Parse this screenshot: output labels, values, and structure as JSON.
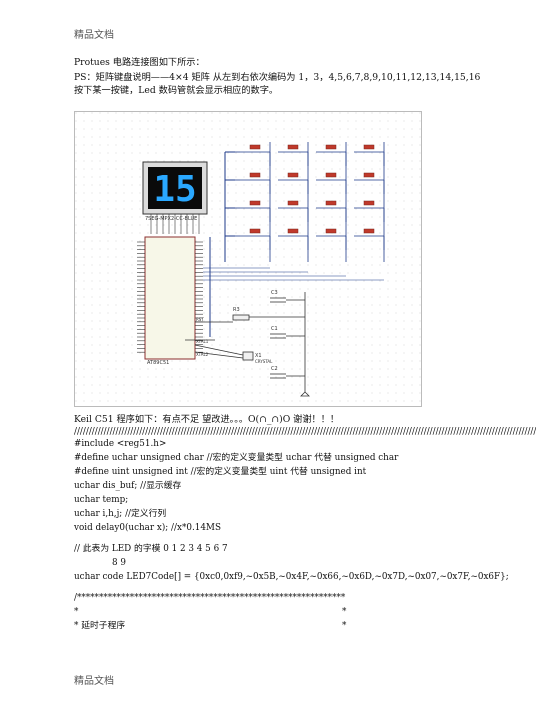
{
  "header": "精品文档",
  "footer": "精品文档",
  "intro": "Protues 电路连接图如下所示：",
  "ps_line1": "PS：矩阵键盘说明——4×4 矩阵 从左到右依次编码为 1，3，4,5,6,7,8,9,10,11,12,13,14,15,16",
  "ps_line2": "按下某一按键，Led 数码管就会显示相应的数字。",
  "circuit": {
    "display_value": "15",
    "display_label": "7SEG-MPX2-CC-BLUE",
    "chip_label": "AT89C51",
    "r_label": "R3",
    "c3_label": "C3",
    "c1_label": "C1",
    "c2_label": "C2",
    "x_label": "X1",
    "crystal_label": "CRYSTAL",
    "rst_label": "RST",
    "xtal1_label": "XTAL1",
    "xtal2_label": "XTAL2"
  },
  "keil_line": "Keil C51  程序如下：有点不足  望改进。。。O(∩_∩)O 谢谢！！！",
  "slash_line": "////////////////////////////////////////////////////////////////////////////////////////////////////////////////////////////////////////////////////////////",
  "code": [
    "#include <reg51.h>",
    "#define uchar unsigned char     //宏的定义变量类型  uchar  代替  unsigned char",
    "#define uint    unsigned int      //宏的定义变量类型  uint    代替  unsigned int",
    "uchar    dis_buf;                        //显示缓存",
    "uchar    temp;",
    "uchar    i,h,j;                                 //定义行列",
    "void delay0(uchar x);           //x*0.14MS"
  ],
  "led_comment": "//  此表为  LED  的字模                      0         1        2       3        4        5          6        7",
  "led_comment2": "8        9",
  "led_code": "uchar code LED7Code[] = {0xc0,0xf9,~0x5B,~0x4F,~0x66,~0x6D,~0x7D,~0x07,~0x7F,~0x6F};",
  "stars1": "/*************************************************************",
  "star_left": "*",
  "star_right": "*",
  "delay_comment": "*  延时子程序"
}
